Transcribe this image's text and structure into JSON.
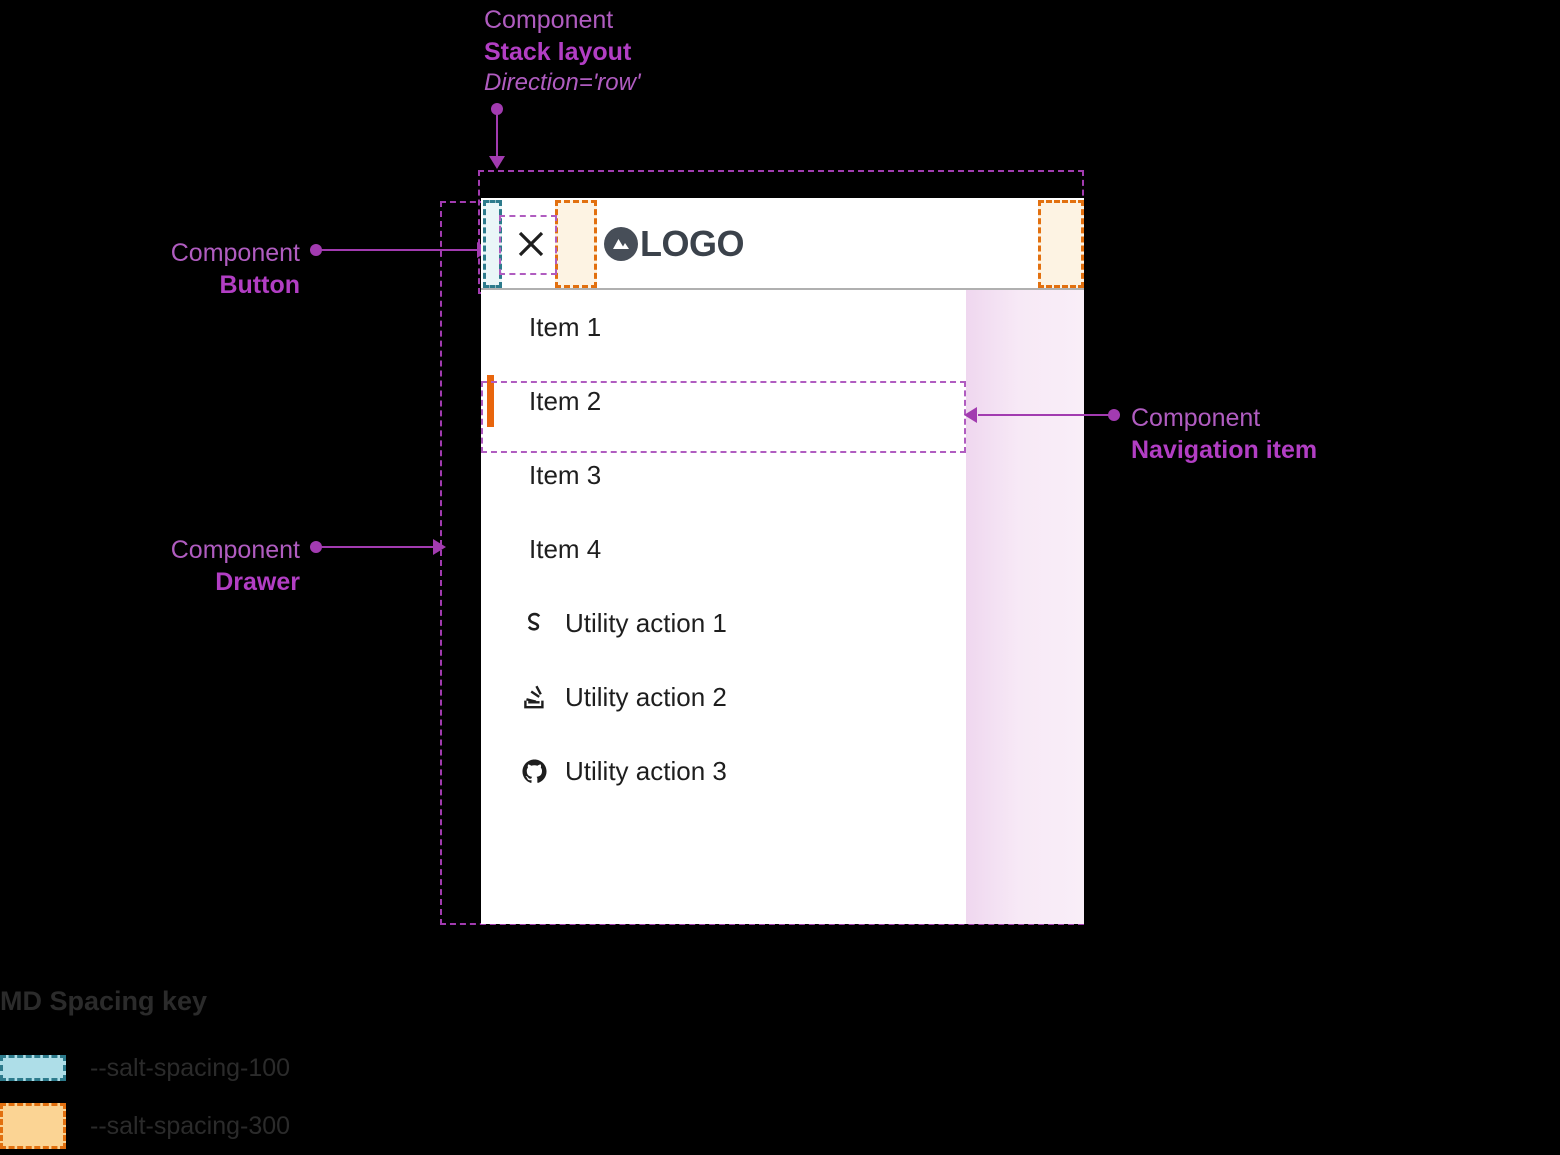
{
  "annotations": {
    "stack_layout": {
      "kind": "Component",
      "name": "Stack layout",
      "prop": "Direction='row'"
    },
    "button": {
      "kind": "Component",
      "name": "Button"
    },
    "drawer": {
      "kind": "Component",
      "name": "Drawer"
    },
    "navigation_item": {
      "kind": "Component",
      "name": "Navigation item"
    }
  },
  "drawer": {
    "header": {
      "close_icon": "close-icon",
      "logo_icon": "logo-mountain-icon",
      "logo_text": "LOGO"
    },
    "nav_items": [
      {
        "label": "Item 1",
        "active": false
      },
      {
        "label": "Item 2",
        "active": true
      },
      {
        "label": "Item 3",
        "active": false
      },
      {
        "label": "Item 4",
        "active": false
      }
    ],
    "utility_actions": [
      {
        "label": "Utility action 1",
        "icon": "sketch-s-icon"
      },
      {
        "label": "Utility action 2",
        "icon": "stack-overflow-icon"
      },
      {
        "label": "Utility action 3",
        "icon": "github-icon"
      }
    ]
  },
  "spacing_key": {
    "title": "MD Spacing key",
    "entries": [
      {
        "label": "--salt-spacing-100",
        "fill": "#aedee8",
        "stroke": "#2d7b8c"
      },
      {
        "label": "--salt-spacing-300",
        "fill": "#fbd494",
        "stroke": "#e2700f"
      }
    ]
  },
  "colors": {
    "annotation": "#a23bb0",
    "active_indicator": "#e8650d",
    "logo": "#3b424b",
    "background": "#000000",
    "panel": "#ffffff",
    "highlight_strip": "#f2dcf0"
  }
}
